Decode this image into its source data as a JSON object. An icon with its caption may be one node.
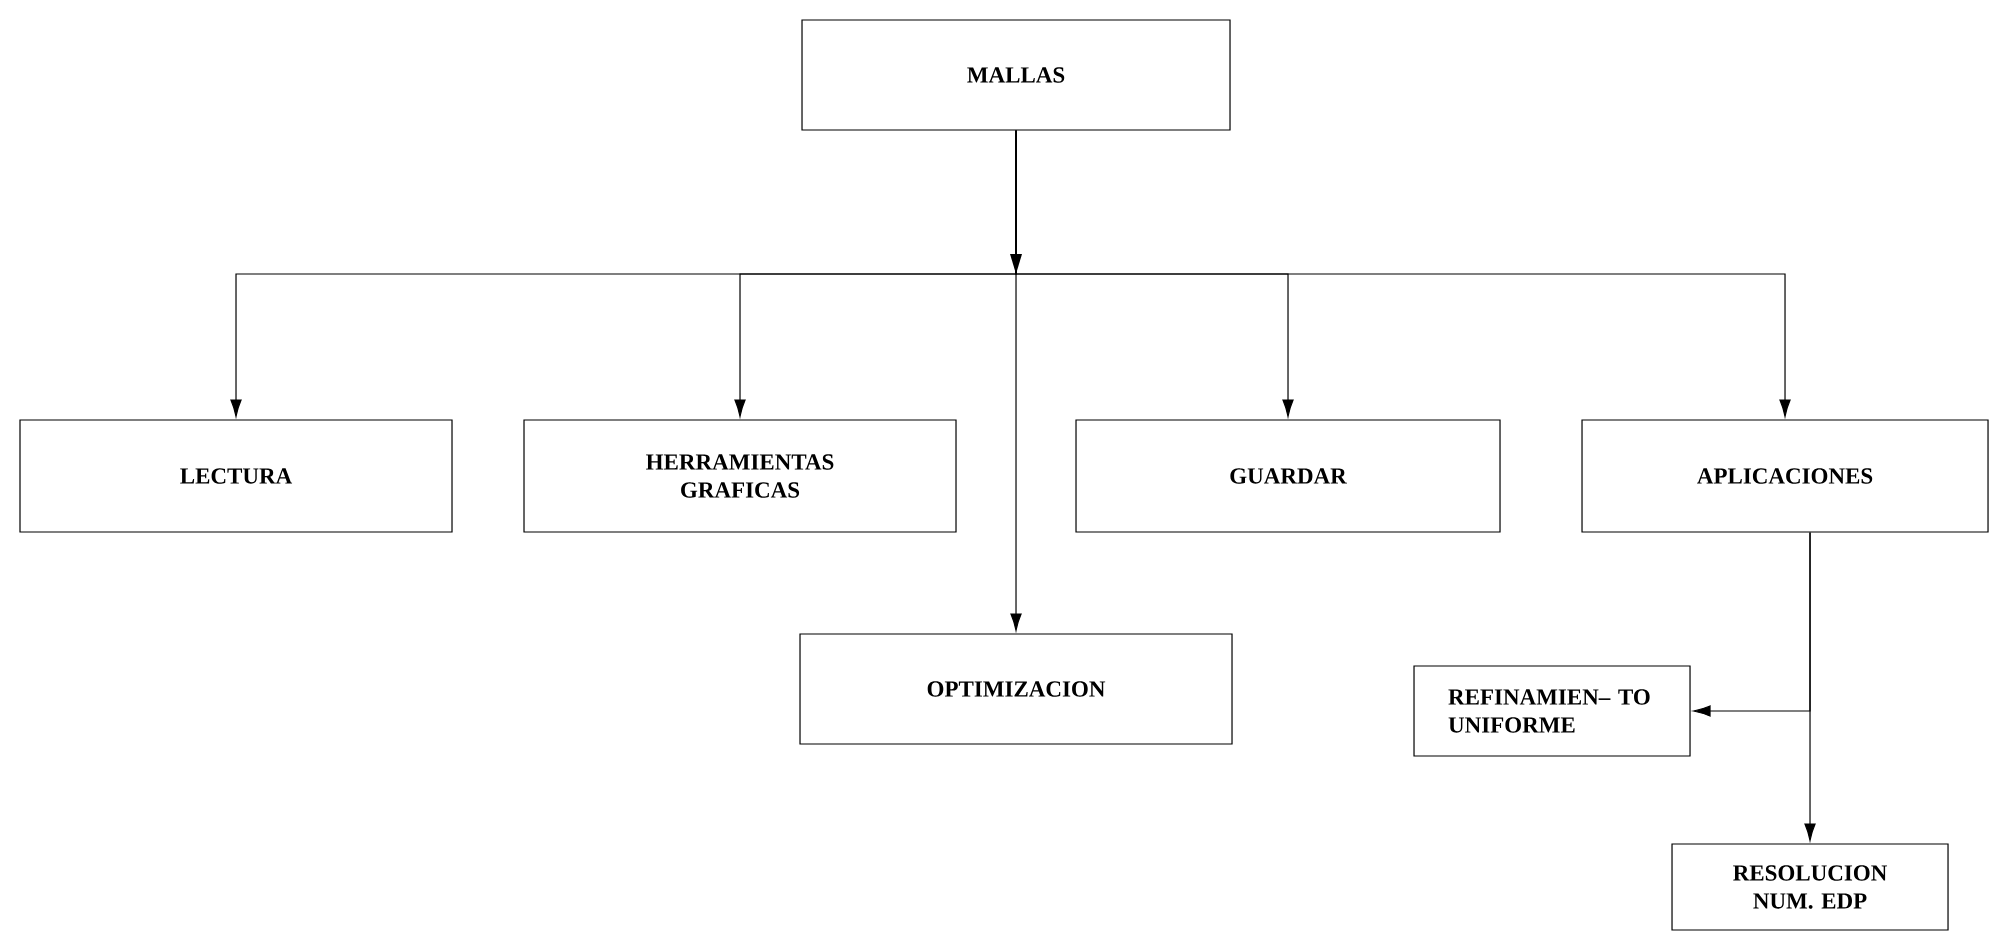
{
  "diagram": {
    "nodes": [
      {
        "text": [
          "MALLAS"
        ]
      },
      {
        "text": [
          "LECTURA"
        ]
      },
      {
        "text": [
          "HERRAMIENTAS GRAFICAS"
        ]
      },
      {
        "text": [
          "OPTIMIZACION"
        ]
      },
      {
        "text": [
          "GUARDAR"
        ]
      },
      {
        "text": [
          "APLICACIONES"
        ]
      },
      {
        "text": [
          "REFINAMIEN– TO UNIFORME"
        ]
      },
      {
        "text": [
          "RESOLUCION NUM. EDP"
        ]
      }
    ],
    "edges": [
      {
        "from": 0,
        "to": 1,
        "arrow": "to"
      },
      {
        "from": 0,
        "to": 2,
        "arrow": "to"
      },
      {
        "from": 0,
        "to": 3,
        "arrow": "to"
      },
      {
        "from": 0,
        "to": 4,
        "arrow": "to"
      },
      {
        "from": 0,
        "to": 5,
        "arrow": "to"
      },
      {
        "from": 5,
        "to": 6,
        "arrow": "to"
      },
      {
        "from": 5,
        "to": 7,
        "arrow": "to"
      }
    ]
  }
}
